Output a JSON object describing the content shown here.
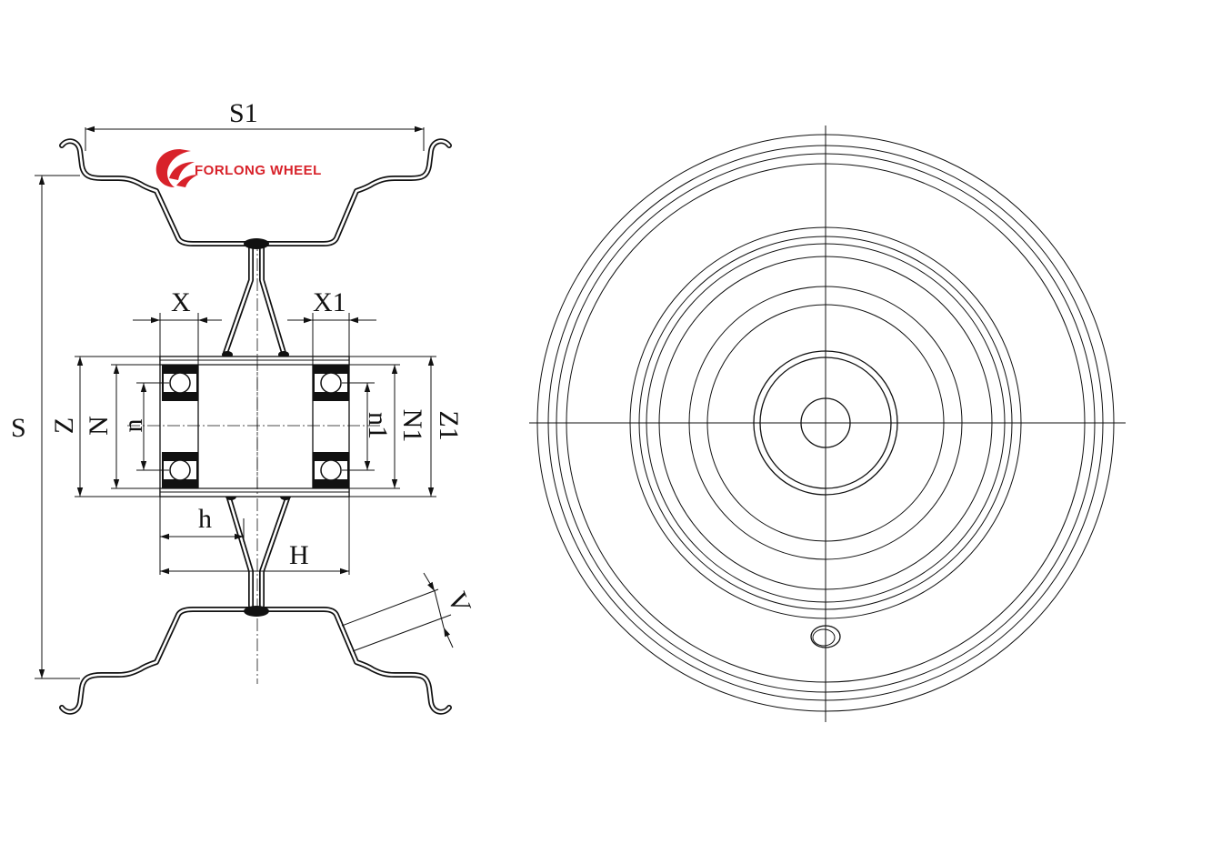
{
  "brand": {
    "name": "FORLONG WHEEL",
    "color": "#d8222a"
  },
  "labels": {
    "S": "S",
    "S1": "S1",
    "X": "X",
    "X1": "X1",
    "Z": "Z",
    "N": "N",
    "n": "n",
    "n1": "n1",
    "N1": "N1",
    "Z1": "Z1",
    "h": "h",
    "H": "H",
    "V": "V"
  }
}
